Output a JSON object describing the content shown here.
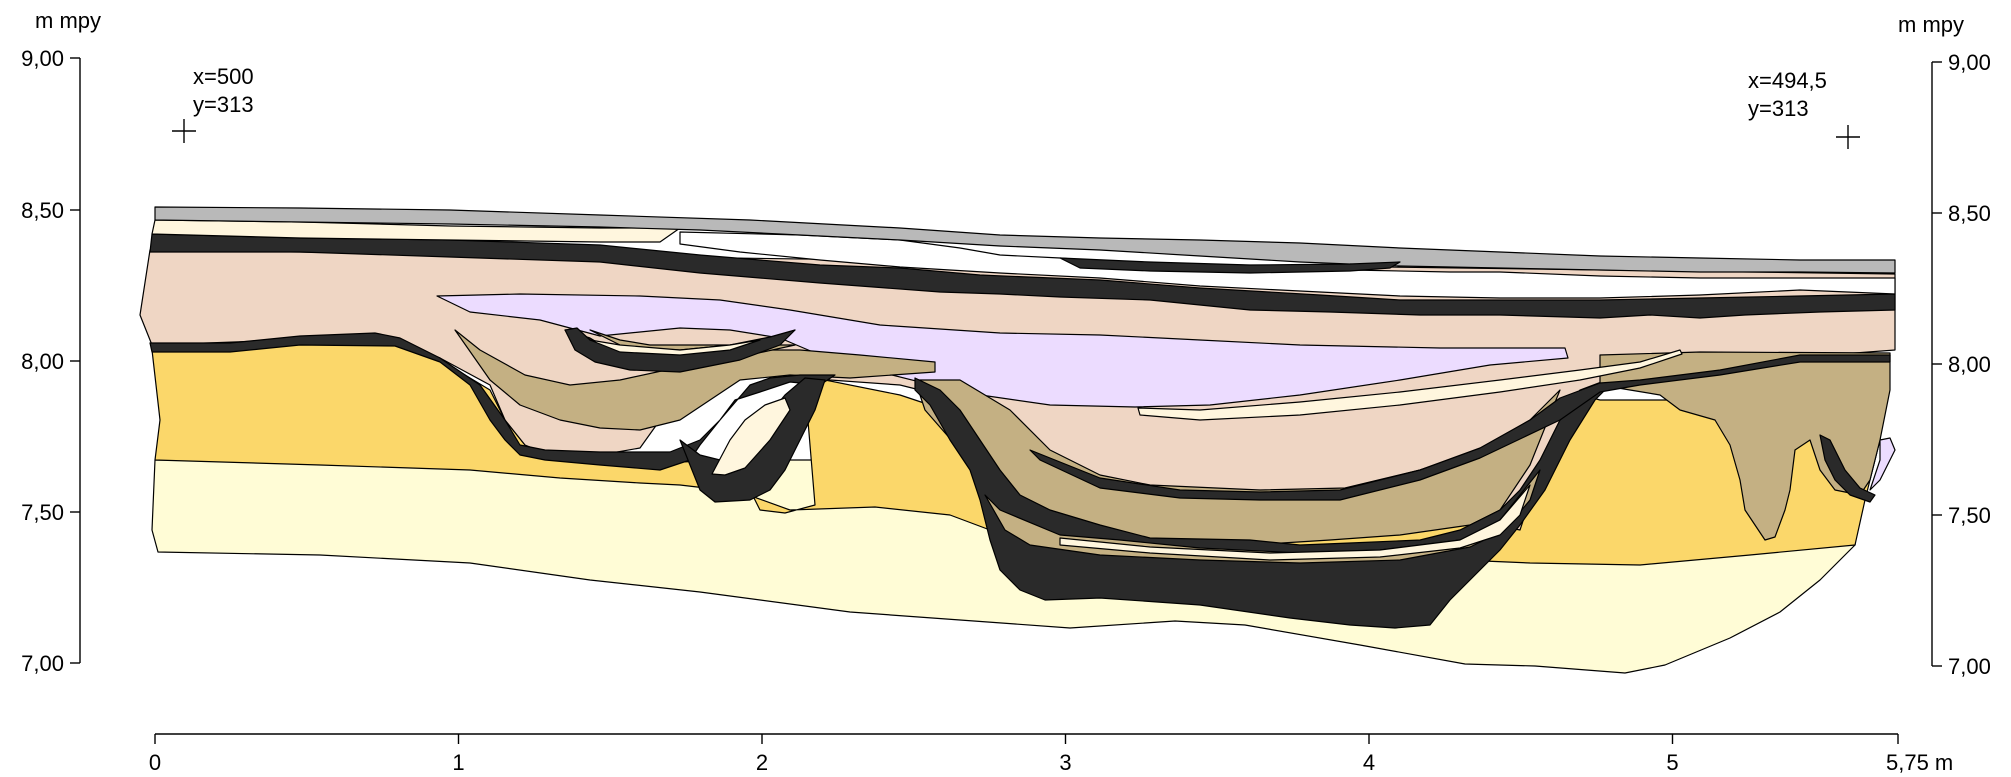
{
  "units": {
    "left_axis_unit": "m mpy",
    "right_axis_unit": "m mpy",
    "bottom_axis_end_label": "5,75 m"
  },
  "left_axis": {
    "ticks": [
      "9,00",
      "8,50",
      "8,00",
      "7,50",
      "7,00"
    ]
  },
  "right_axis": {
    "ticks": [
      "9,00",
      "8,50",
      "8,00",
      "7,50",
      "7,00"
    ]
  },
  "bottom_axis": {
    "ticks": [
      "0",
      "1",
      "2",
      "3",
      "4",
      "5"
    ]
  },
  "benchmarks": {
    "left": {
      "x_label": "x=500",
      "y_label": "y=313"
    },
    "right": {
      "x_label": "x=494,5",
      "y_label": "y=313"
    }
  },
  "layer_colors": {
    "turf": "#b9b9b9",
    "cream": "#fff6de",
    "white": "#ffffff",
    "dark": "#2a2a2a",
    "tan": "#efd6c4",
    "lavender": "#ecdcff",
    "olive": "#c4b083",
    "sand_yellow": "#fbd76a",
    "pale_yellow": "#fffcd6"
  }
}
